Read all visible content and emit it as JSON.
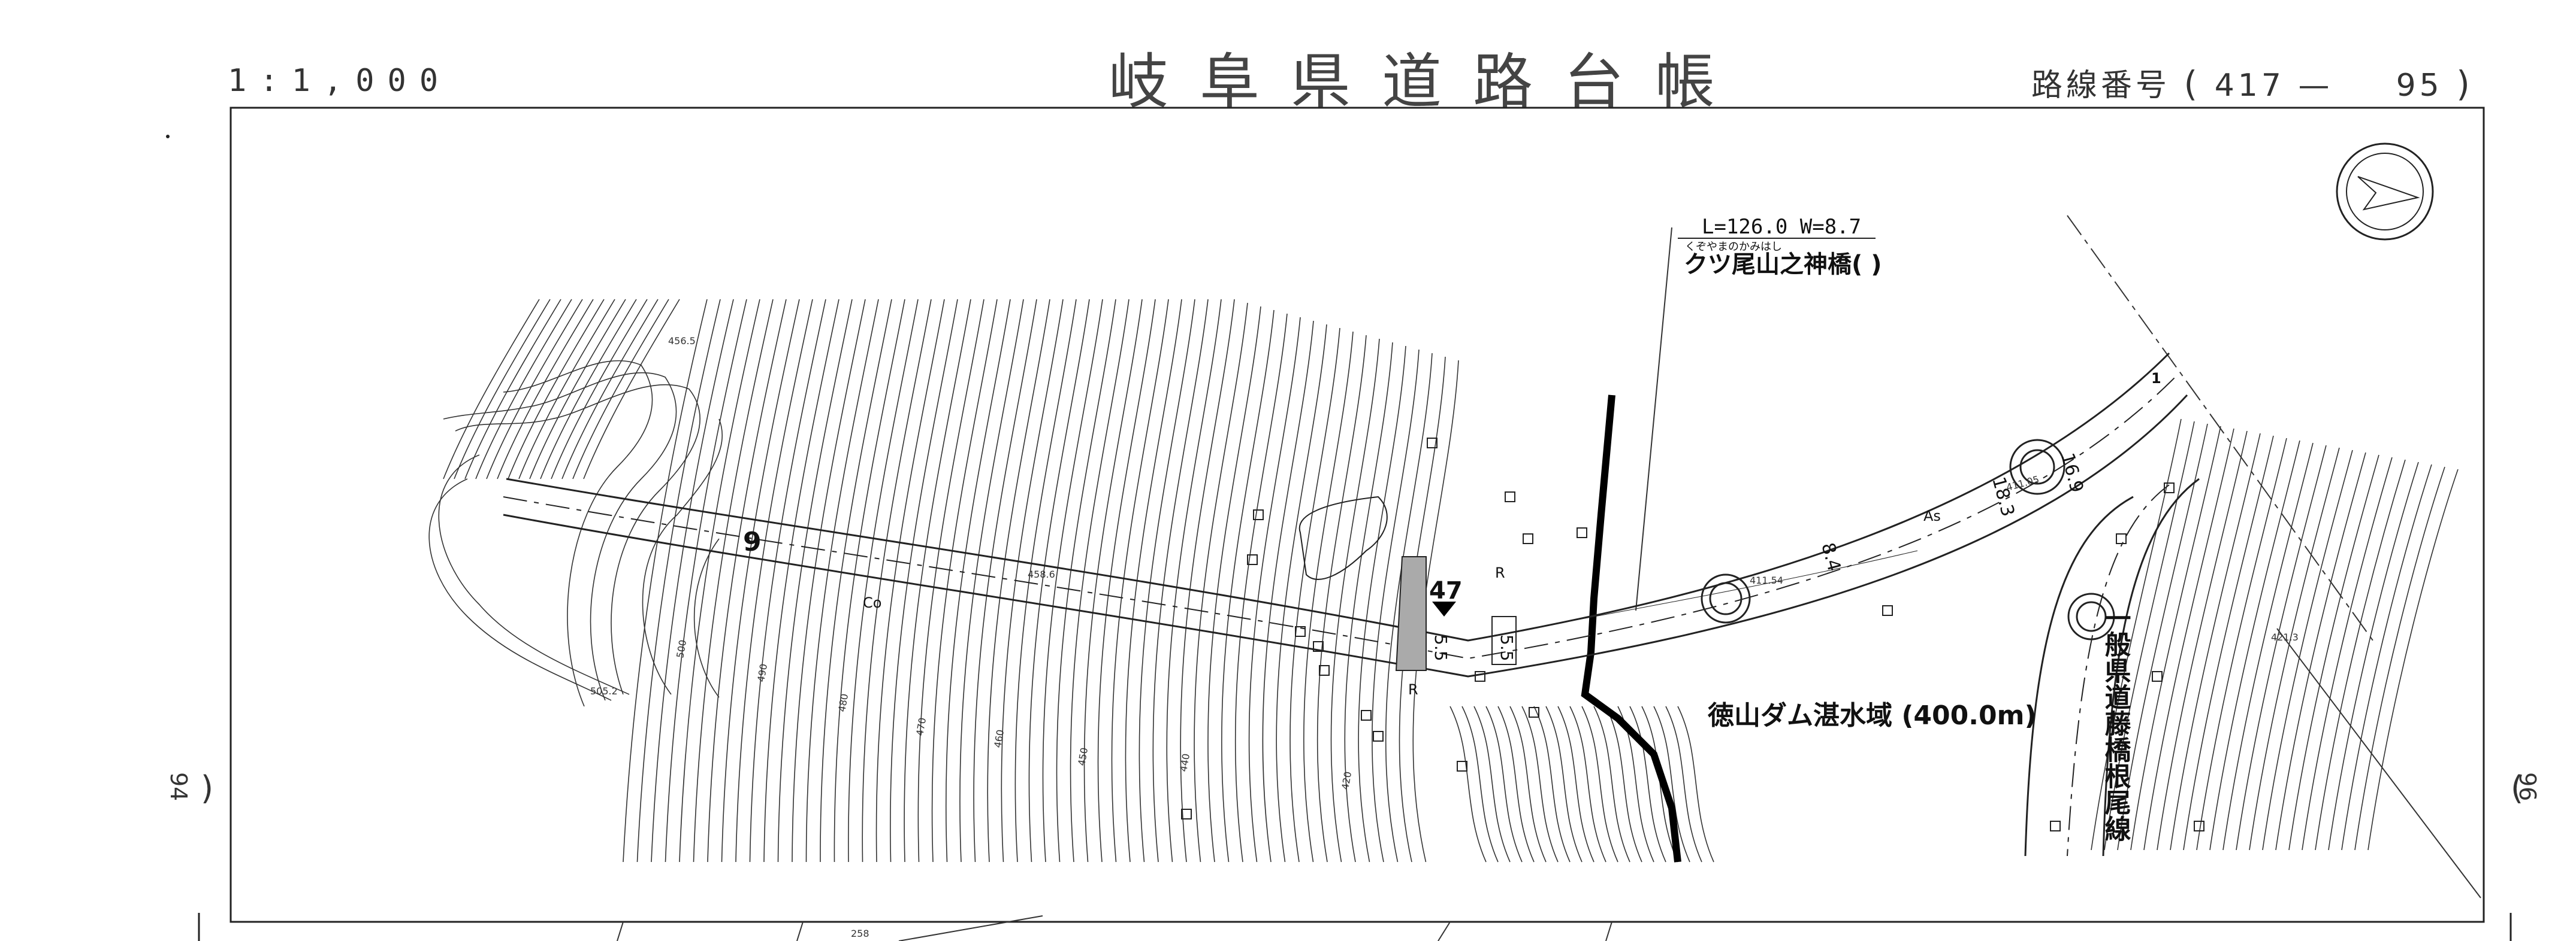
{
  "header": {
    "scale": "1:1,000",
    "title": "岐阜県道路台帳",
    "route_label": "路線番号",
    "route_open": "(",
    "route_number": "417",
    "route_dash": "—",
    "route_sheet": "95",
    "route_close": ")"
  },
  "sides": {
    "left_sheet": "94",
    "right_sheet": "96",
    "left_paren": ")",
    "right_paren": "("
  },
  "bridge": {
    "dims": "L=126.0  W=8.7",
    "furigana": "くぞやまのかみはし",
    "name": "クツ尾山之神橋(     )"
  },
  "labels": {
    "water_area": "徳山ダム湛水域 (400.0m)",
    "crossing_road": "一般県道藤橋根尾線",
    "road_number": "9",
    "km_post": "47",
    "surface_co": "Co",
    "surface_as": "As",
    "r_mark_1": "R",
    "r_mark_2": "R",
    "width_169": "16.9",
    "width_183": "18.3",
    "width_84": "8.4",
    "width_55a": "5.5",
    "width_55b": "5.5",
    "elev_4115": "411.54",
    "elev_4110": "411.05",
    "elev_4213": "421.3",
    "elev_4565": "456.5",
    "elev_4586": "458.6",
    "elev_5052": "505.2",
    "contour_500": "500",
    "contour_490": "490",
    "contour_480": "480",
    "contour_470": "470",
    "contour_460": "460",
    "contour_450": "450",
    "contour_440": "440",
    "contour_420": "420",
    "bottom_258": "258",
    "edge_mark": "1"
  },
  "icons": {
    "north": "north-arrow-icon"
  }
}
